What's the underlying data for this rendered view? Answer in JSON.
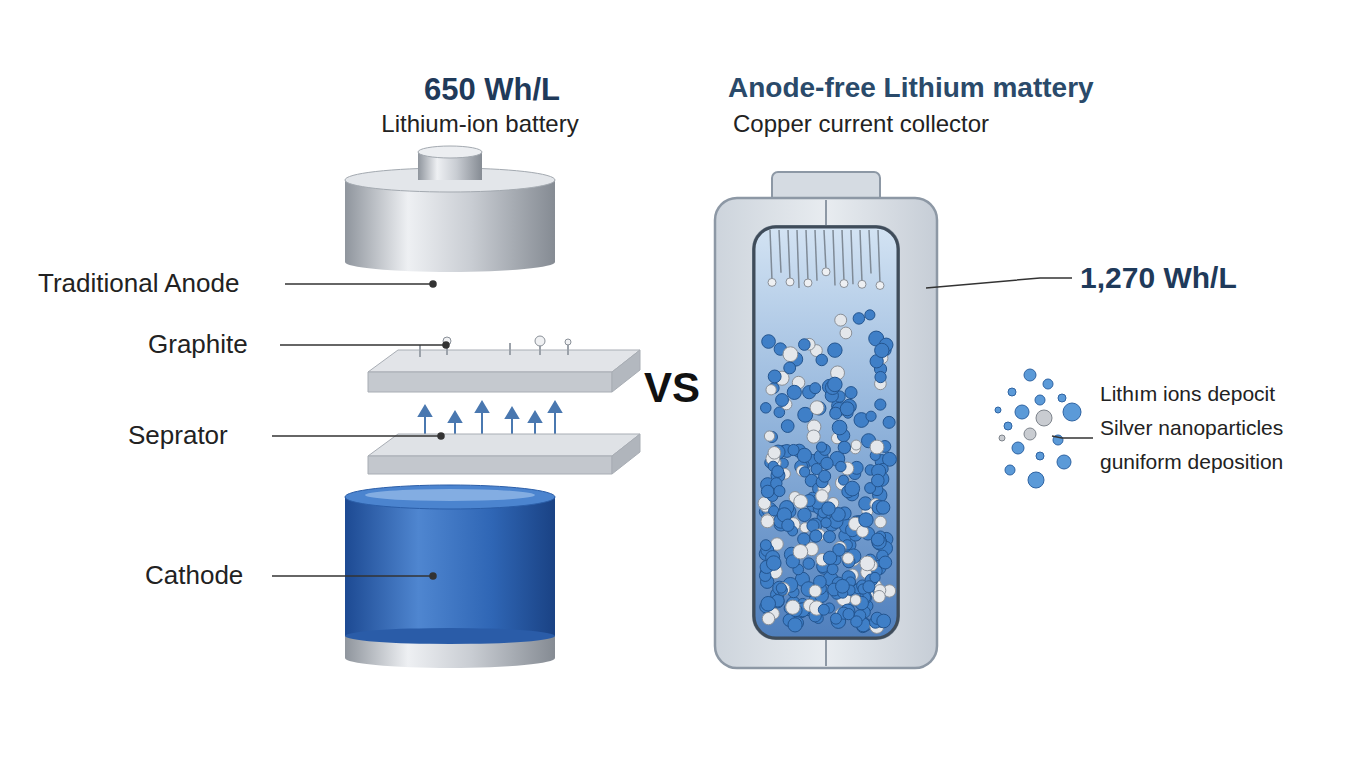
{
  "diagram": {
    "labels": [
      "650 Wh/L",
      "Lithium-ion battery",
      "Anode-free Lithium mattery",
      "Copper current collector",
      "Traditional Anode",
      "Graphite",
      "1,270 Wh/L",
      "VS",
      "Seprator",
      "Lithım ions depocit",
      "Silver nanoparticles",
      "guniform deposition",
      "Cathode"
    ]
  }
}
